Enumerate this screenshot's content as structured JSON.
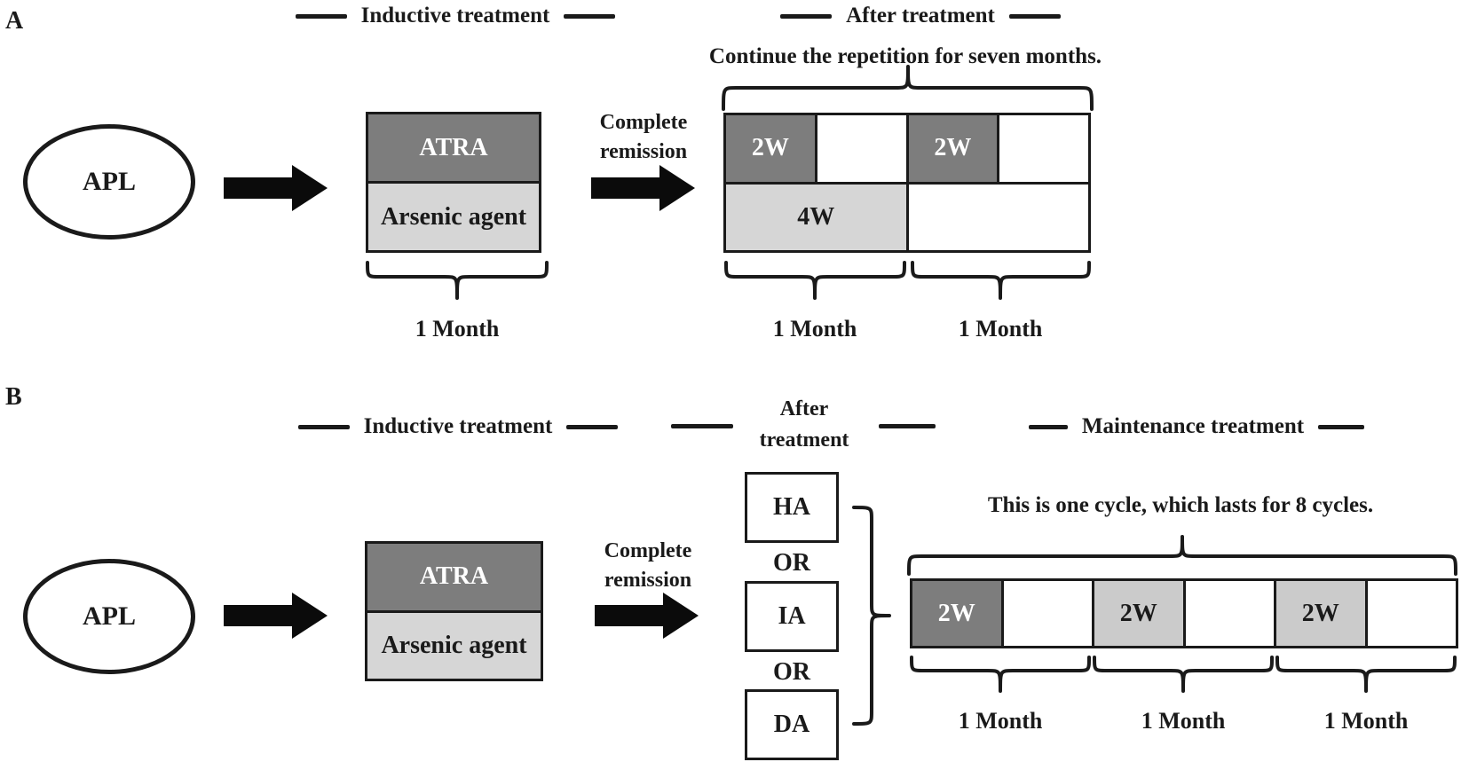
{
  "colors": {
    "background": "#ffffff",
    "ink": "#1a1a1a",
    "dark_gray_fill": "#7d7d7d",
    "light_gray_fill": "#d6d6d6",
    "light_gray_fill_b": "#cbcbcb"
  },
  "panel_a": {
    "label": "A",
    "headers": {
      "inductive": "Inductive treatment",
      "after": "After treatment"
    },
    "annotation": "Continue the repetition for seven months.",
    "patient": "APL",
    "induction": {
      "atra": "ATRA",
      "arsenic": "Arsenic agent"
    },
    "transition": {
      "line1": "Complete",
      "line2": "remission"
    },
    "cycle_grid": {
      "atra_weeks_1": "2W",
      "atra_weeks_2": "2W",
      "arsenic_weeks": "4W"
    },
    "months": [
      "1 Month",
      "1 Month",
      "1 Month"
    ]
  },
  "panel_b": {
    "label": "B",
    "headers": {
      "inductive": "Inductive treatment",
      "after_line1": "After",
      "after_line2": "treatment",
      "maintenance": "Maintenance treatment"
    },
    "annotation": "This is one cycle, which lasts for 8 cycles.",
    "patient": "APL",
    "induction": {
      "atra": "ATRA",
      "arsenic": "Arsenic agent"
    },
    "transition": {
      "line1": "Complete",
      "line2": "remission"
    },
    "options": [
      {
        "label": "HA"
      },
      {
        "label": "IA"
      },
      {
        "label": "DA"
      }
    ],
    "or_separator": "OR",
    "maintenance_bar": {
      "cycle1": "2W",
      "cycle2": "2W",
      "cycle3": "2W"
    },
    "months": [
      "1 Month",
      "1 Month",
      "1 Month"
    ]
  }
}
